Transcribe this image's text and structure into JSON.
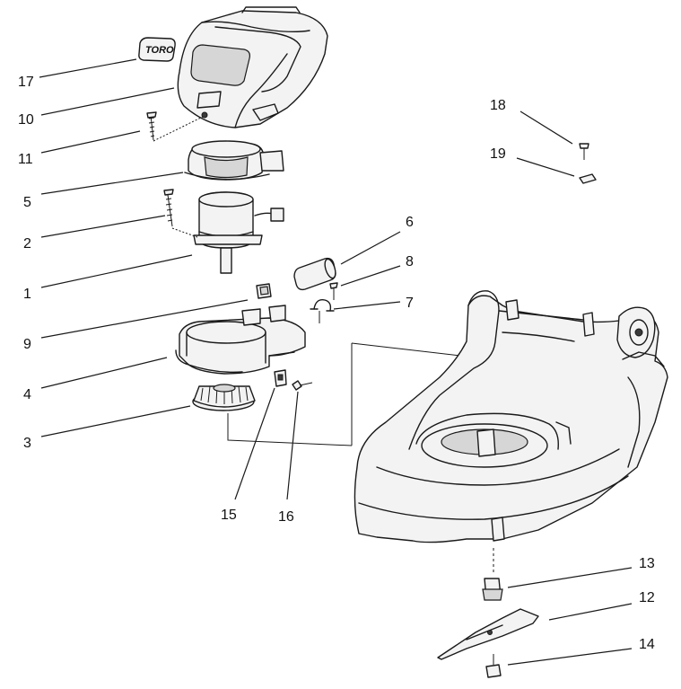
{
  "diagram": {
    "logo_text": "TORO",
    "callouts": [
      {
        "id": "17",
        "label": "17"
      },
      {
        "id": "10",
        "label": "10"
      },
      {
        "id": "11",
        "label": "11"
      },
      {
        "id": "5",
        "label": "5"
      },
      {
        "id": "2",
        "label": "2"
      },
      {
        "id": "1",
        "label": "1"
      },
      {
        "id": "9",
        "label": "9"
      },
      {
        "id": "4",
        "label": "4"
      },
      {
        "id": "3",
        "label": "3"
      },
      {
        "id": "15",
        "label": "15"
      },
      {
        "id": "16",
        "label": "16"
      },
      {
        "id": "6",
        "label": "6"
      },
      {
        "id": "8",
        "label": "8"
      },
      {
        "id": "7",
        "label": "7"
      },
      {
        "id": "18",
        "label": "18"
      },
      {
        "id": "19",
        "label": "19"
      },
      {
        "id": "13",
        "label": "13"
      },
      {
        "id": "12",
        "label": "12"
      },
      {
        "id": "14",
        "label": "14"
      }
    ]
  }
}
